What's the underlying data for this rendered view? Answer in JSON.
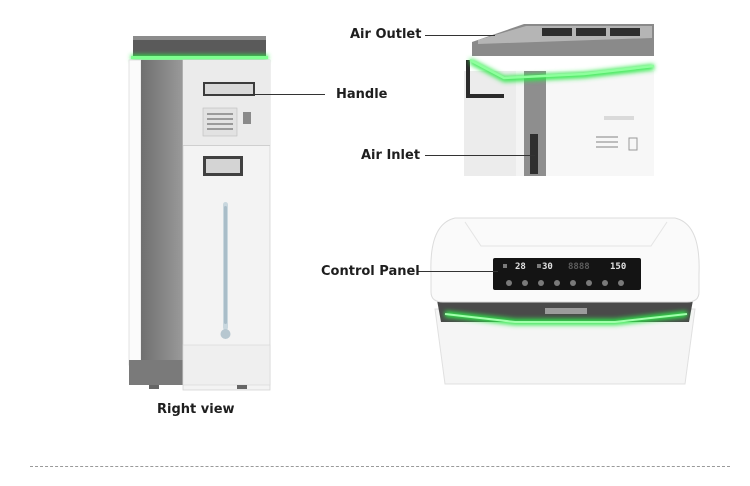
{
  "labels": {
    "air_outlet": "Air Outlet",
    "handle": "Handle",
    "air_inlet": "Air Inlet",
    "control_panel": "Control Panel",
    "right_view": "Right view"
  },
  "display": {
    "readout_1": "28",
    "readout_2": "30",
    "readout_3": "8888",
    "readout_4": "150"
  },
  "colors": {
    "accent_green": "#2ee84a",
    "body_white": "#f2f2f2",
    "panel_gray": "#8a8a8a",
    "screen_black": "#141414"
  },
  "images": {
    "right_view": "air-purifier-right-view",
    "top_closeup": "air-purifier-top-outlet-closeup",
    "control_closeup": "air-purifier-control-panel-closeup"
  }
}
